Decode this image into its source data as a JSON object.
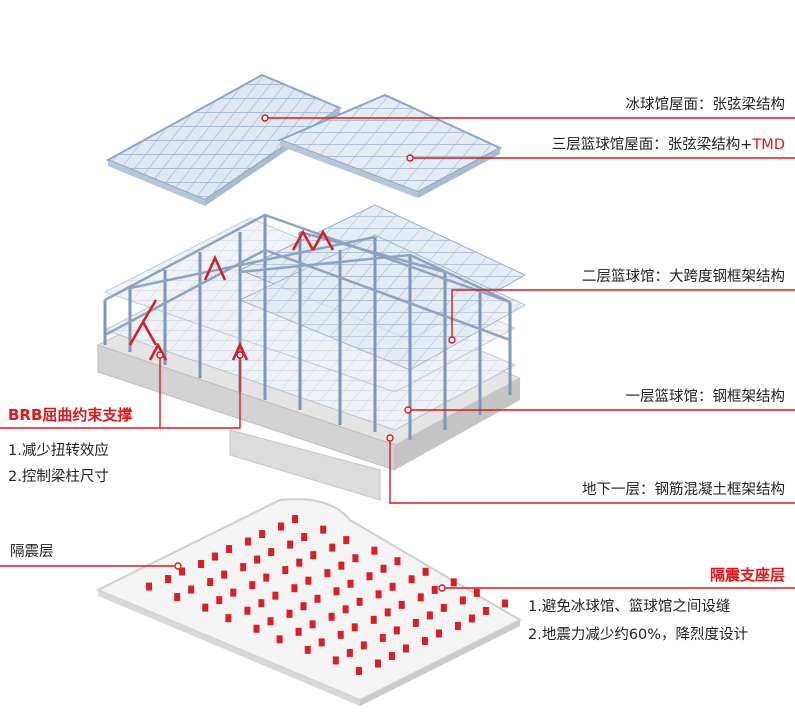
{
  "colors": {
    "accent_red": "#e0161b",
    "steel_blue": "#b9c9dc",
    "steel_edge": "#8fa6c2",
    "concrete_gray": "#d6d6d6",
    "bearing_red": "#d81f26"
  },
  "callouts": {
    "ice_roof": "冰球馆屋面：张弦梁结构",
    "bball3_roof_main": "三层篮球馆屋面：张弦梁结构+",
    "bball3_roof_tmd": "TMD",
    "bball2": "二层篮球馆：大跨度钢框架结构",
    "bball1": "一层篮球馆：钢框架结构",
    "basement": "地下一层：钢筋混凝土框架结构"
  },
  "brb": {
    "title": "BRB屈曲约束支撑",
    "items": [
      "1.减少扭转效应",
      "2.控制梁柱尺寸"
    ]
  },
  "isolation": {
    "left_label": "隔震层",
    "title": "隔震支座层",
    "items": [
      "1.避免冰球馆、篮球馆之间设缝",
      "2.地震力减少约60%，降烈度设计"
    ]
  }
}
